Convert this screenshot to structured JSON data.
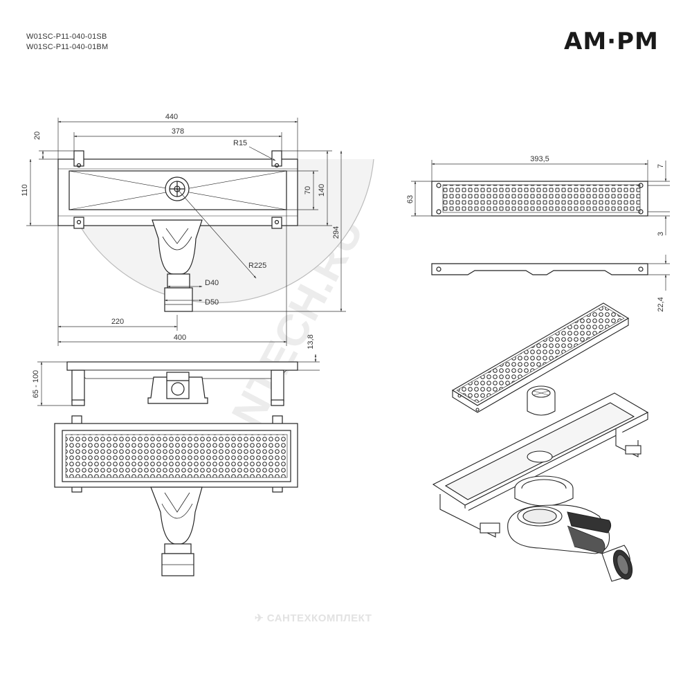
{
  "header": {
    "product_codes": [
      "W01SC-P11-040-01SB",
      "W01SC-P11-040-01BM"
    ],
    "brand_logo": "AM·PM"
  },
  "watermark": {
    "diagonal": "SANTECH.RU",
    "footer": "САНТЕХКОМПЛЕКТ"
  },
  "dimensions": {
    "top_view": {
      "overall_width": "440",
      "bracket_span": "378",
      "bracket_offset": "20",
      "radius_small": "R15",
      "body_height": "110",
      "inner_height": "70",
      "outer_height": "140",
      "total_depth": "294",
      "swing_radius": "R225",
      "outlet_inner": "D40",
      "outlet_outer": "D50",
      "drain_offset": "220",
      "inner_length": "400"
    },
    "side_view": {
      "flange_thickness": "13,8",
      "height_range": "65 - 100"
    },
    "grate": {
      "length": "393,5",
      "height": "63",
      "top_margin": "7",
      "bottom_margin": "3",
      "profile_height": "22,4"
    }
  }
}
